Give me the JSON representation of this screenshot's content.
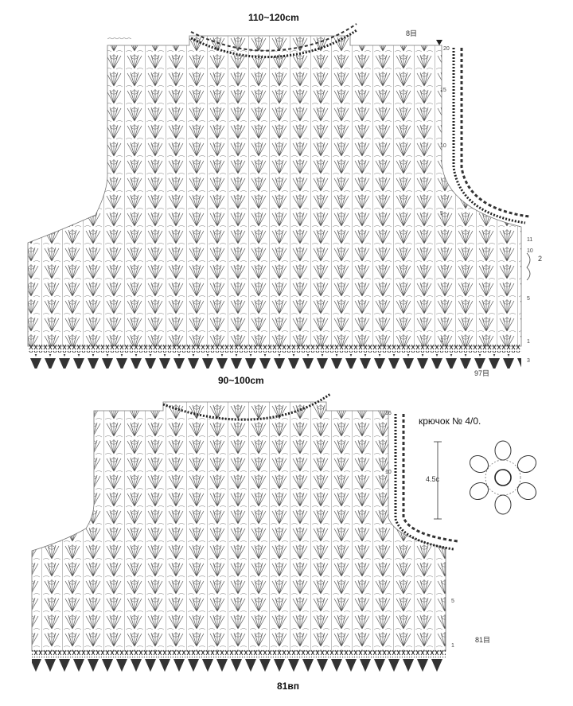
{
  "large_chart": {
    "width_label": "110~120cm",
    "bottom_width_label": "90~100cm",
    "stitch_count_label": "97目",
    "edge_count_label": "8目",
    "row_numbers": [
      "20",
      "15",
      "10",
      "5",
      "1"
    ],
    "edge_row_numbers": [
      "11",
      "10",
      "5",
      "1",
      "3"
    ],
    "repeat_marker": "2"
  },
  "small_chart": {
    "stitch_count_label": "81目",
    "chain_count_label": "81вп",
    "row_numbers": [
      "16",
      "10",
      "5",
      "1"
    ]
  },
  "motif": {
    "hook_label": "крючок № 4/0.",
    "size_label": "4.5c"
  }
}
